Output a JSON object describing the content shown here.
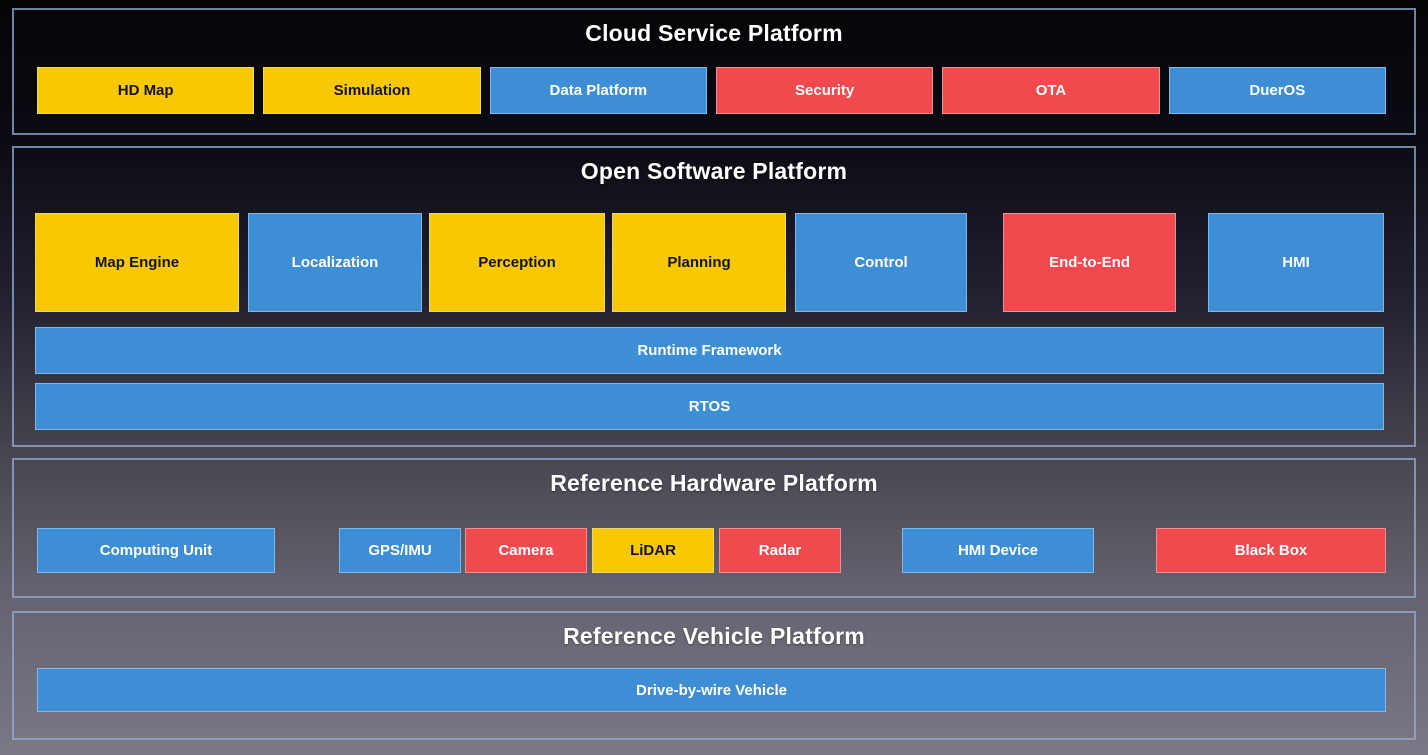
{
  "colors": {
    "yellow": "#F8C800",
    "blue": "#3E8ED6",
    "red": "#F2494E",
    "section_border": "#94ACD4",
    "title_text": "#FFFFFF",
    "text_on_yellow": "#141414",
    "text_on_blue_red": "#FFFFFF"
  },
  "sections": {
    "cloud": {
      "title": "Cloud Service Platform",
      "items": [
        {
          "label": "HD Map",
          "color": "yellow"
        },
        {
          "label": "Simulation",
          "color": "yellow"
        },
        {
          "label": "Data Platform",
          "color": "blue"
        },
        {
          "label": "Security",
          "color": "red"
        },
        {
          "label": "OTA",
          "color": "red"
        },
        {
          "label": "DuerOS",
          "color": "blue"
        }
      ]
    },
    "software": {
      "title": "Open Software Platform",
      "modules": [
        {
          "label": "Map Engine",
          "color": "yellow"
        },
        {
          "label": "Localization",
          "color": "blue"
        },
        {
          "label": "Perception",
          "color": "yellow"
        },
        {
          "label": "Planning",
          "color": "yellow"
        },
        {
          "label": "Control",
          "color": "blue"
        },
        {
          "label": "End-to-End",
          "color": "red"
        },
        {
          "label": "HMI",
          "color": "blue"
        }
      ],
      "bars": [
        {
          "label": "Runtime Framework",
          "color": "blue"
        },
        {
          "label": "RTOS",
          "color": "blue"
        }
      ]
    },
    "hardware": {
      "title": "Reference Hardware Platform",
      "items": [
        {
          "label": "Computing Unit",
          "color": "blue"
        },
        {
          "label": "GPS/IMU",
          "color": "blue"
        },
        {
          "label": "Camera",
          "color": "red"
        },
        {
          "label": "LiDAR",
          "color": "yellow"
        },
        {
          "label": "Radar",
          "color": "red"
        },
        {
          "label": "HMI Device",
          "color": "blue"
        },
        {
          "label": "Black Box",
          "color": "red"
        }
      ]
    },
    "vehicle": {
      "title": "Reference Vehicle Platform",
      "items": [
        {
          "label": "Drive-by-wire Vehicle",
          "color": "blue"
        }
      ]
    }
  }
}
